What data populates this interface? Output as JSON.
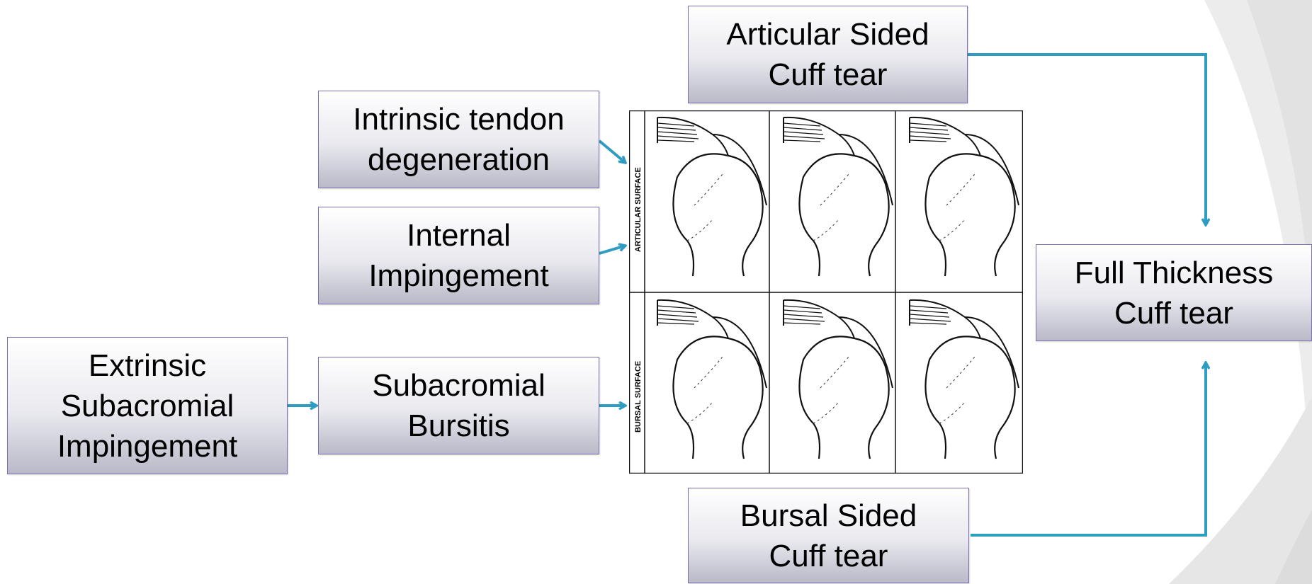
{
  "boxes": {
    "articular": {
      "lines": [
        "Articular Sided",
        "Cuff tear"
      ]
    },
    "intrinsic": {
      "lines": [
        "Intrinsic tendon",
        "degeneration"
      ]
    },
    "internal": {
      "lines": [
        "Internal",
        "Impingement"
      ]
    },
    "full_thickness": {
      "lines": [
        "Full Thickness",
        "Cuff tear"
      ]
    },
    "extrinsic": {
      "lines": [
        "Extrinsic",
        "Subacromial",
        "Impingement"
      ]
    },
    "bursitis": {
      "lines": [
        "Subacromial",
        "Bursitis"
      ]
    },
    "bursal": {
      "lines": [
        "Bursal Sided",
        "Cuff tear"
      ]
    }
  },
  "figure": {
    "row_labels": [
      "ARTICULAR SURFACE",
      "BURSAL SURFACE"
    ]
  },
  "colors": {
    "arrow": "#2f9cc2",
    "box_border": "#7a6fb0"
  }
}
